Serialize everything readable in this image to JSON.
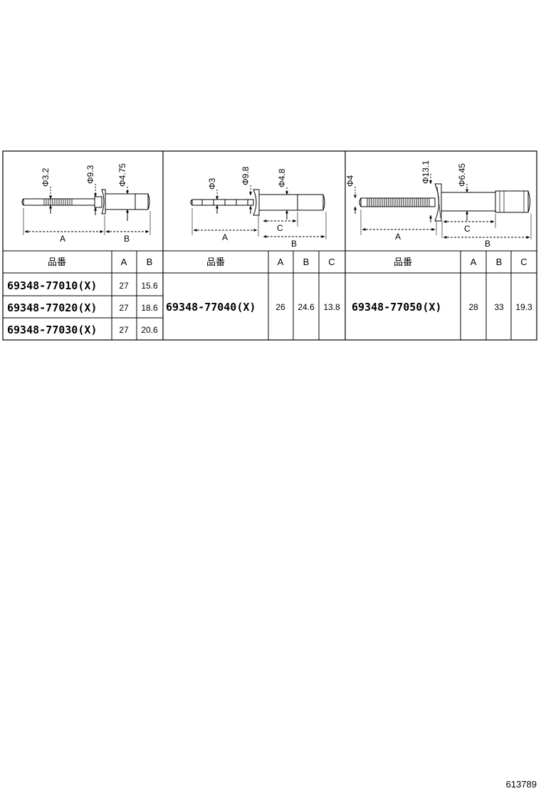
{
  "figure_id": "613789",
  "panels": [
    {
      "dimensions": {
        "d1": "Φ3.2",
        "d2": "Φ9.3",
        "d3": "Φ4.75",
        "a": "A",
        "b": "B"
      },
      "table": {
        "headers": [
          "品番",
          "A",
          "B"
        ],
        "rows": [
          {
            "part": "69348-77010(X)",
            "a": "27",
            "b": "15.6"
          },
          {
            "part": "69348-77020(X)",
            "a": "27",
            "b": "18.6"
          },
          {
            "part": "69348-77030(X)",
            "a": "27",
            "b": "20.6"
          }
        ]
      }
    },
    {
      "dimensions": {
        "d1": "Φ3",
        "d2": "Φ9.8",
        "d3": "Φ4.8",
        "a": "A",
        "b": "B",
        "c": "C"
      },
      "table": {
        "headers": [
          "品番",
          "A",
          "B",
          "C"
        ],
        "rows": [
          {
            "part": "69348-77040(X)",
            "a": "26",
            "b": "24.6",
            "c": "13.8"
          }
        ]
      }
    },
    {
      "dimensions": {
        "d1": "Φ4",
        "d2": "Φ13.1",
        "d3": "Φ6.45",
        "a": "A",
        "b": "B",
        "c": "C"
      },
      "table": {
        "headers": [
          "品番",
          "A",
          "B",
          "C"
        ],
        "rows": [
          {
            "part": "69348-77050(X)",
            "a": "28",
            "b": "33",
            "c": "19.3"
          }
        ]
      }
    }
  ]
}
